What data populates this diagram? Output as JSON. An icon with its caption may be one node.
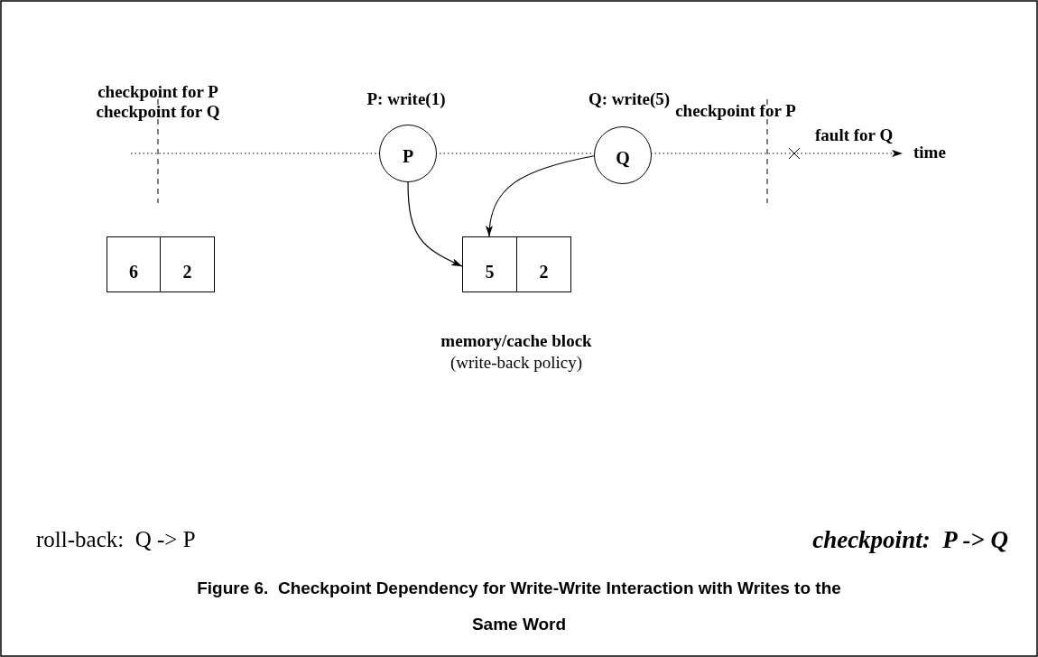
{
  "diagram": {
    "caption": "Figure 6.  Checkpoint Dependency for Write-Write Interaction with Writes to the Same Word",
    "nodes": [
      {
        "text": [
          "P"
        ],
        "beside": [
          "P: write(1)"
        ]
      },
      {
        "text": [
          "Q"
        ],
        "beside": [
          "Q: write(5)"
        ]
      },
      {
        "text": [
          "6"
        ]
      },
      {
        "text": [
          "2"
        ]
      },
      {
        "text": [
          "5"
        ]
      },
      {
        "text": [
          "2"
        ]
      }
    ],
    "edges": [
      {
        "from": 0,
        "to": 4,
        "arrow": "to"
      },
      {
        "from": 1,
        "to": 4,
        "arrow": "to"
      }
    ],
    "labels": [
      "checkpoint for P",
      "checkpoint for Q",
      "checkpoint for P",
      "fault for Q",
      "time",
      "memory/cache block",
      "(write-back policy)",
      "roll-back:  Q -> P",
      "checkpoint:  P -> Q"
    ]
  }
}
